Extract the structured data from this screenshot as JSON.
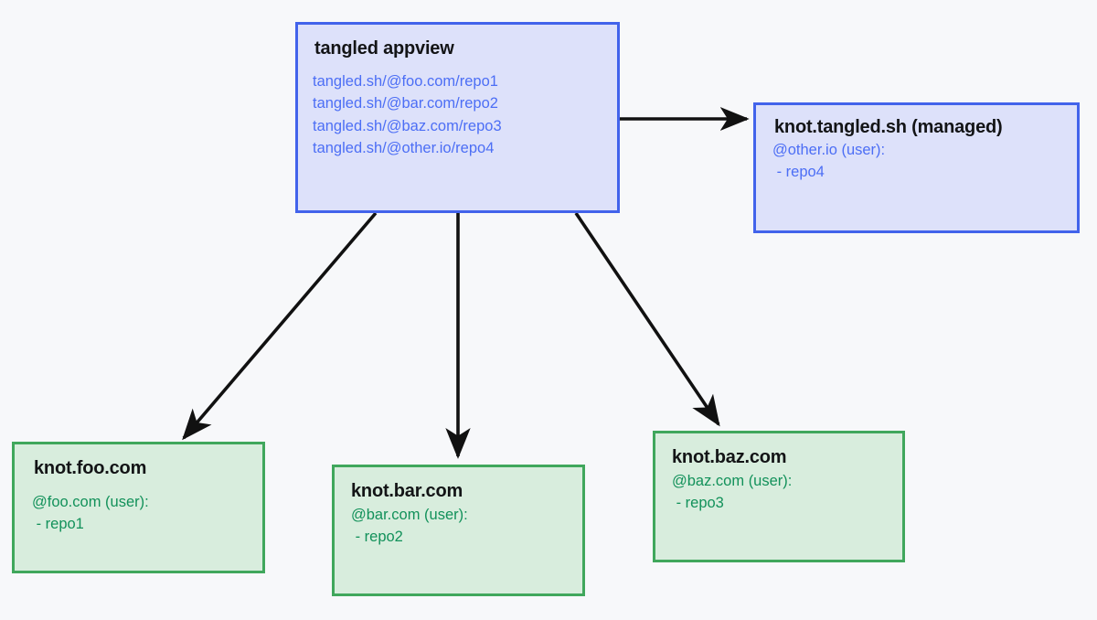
{
  "diagram": {
    "background_color": "#f7f8fa",
    "blue_fill": "#dde1fa",
    "blue_border": "#4263eb",
    "blue_text": "#4c6ef5",
    "green_fill": "#d8eddd",
    "green_border": "#40a75c",
    "green_text": "#12915a",
    "arrow_color": "#111111"
  },
  "nodes": {
    "appview": {
      "title": "tangled appview",
      "lines": "tangled.sh/@foo.com/repo1\ntangled.sh/@bar.com/repo2\ntangled.sh/@baz.com/repo3\ntangled.sh/@other.io/repo4"
    },
    "knot_managed": {
      "title": "knot.tangled.sh (managed)",
      "lines": "@other.io (user):\n - repo4"
    },
    "knot_foo": {
      "title": "knot.foo.com",
      "lines": "@foo.com (user):\n - repo1"
    },
    "knot_bar": {
      "title": "knot.bar.com",
      "lines": "@bar.com (user):\n - repo2"
    },
    "knot_baz": {
      "title": "knot.baz.com",
      "lines": "@baz.com (user):\n - repo3"
    }
  },
  "edges": [
    {
      "name": "appview-to-knot-managed",
      "from": "appview",
      "to": "knot_managed"
    },
    {
      "name": "appview-to-knot-foo",
      "from": "appview",
      "to": "knot_foo"
    },
    {
      "name": "appview-to-knot-bar",
      "from": "appview",
      "to": "knot_bar"
    },
    {
      "name": "appview-to-knot-baz",
      "from": "appview",
      "to": "knot_baz"
    }
  ]
}
